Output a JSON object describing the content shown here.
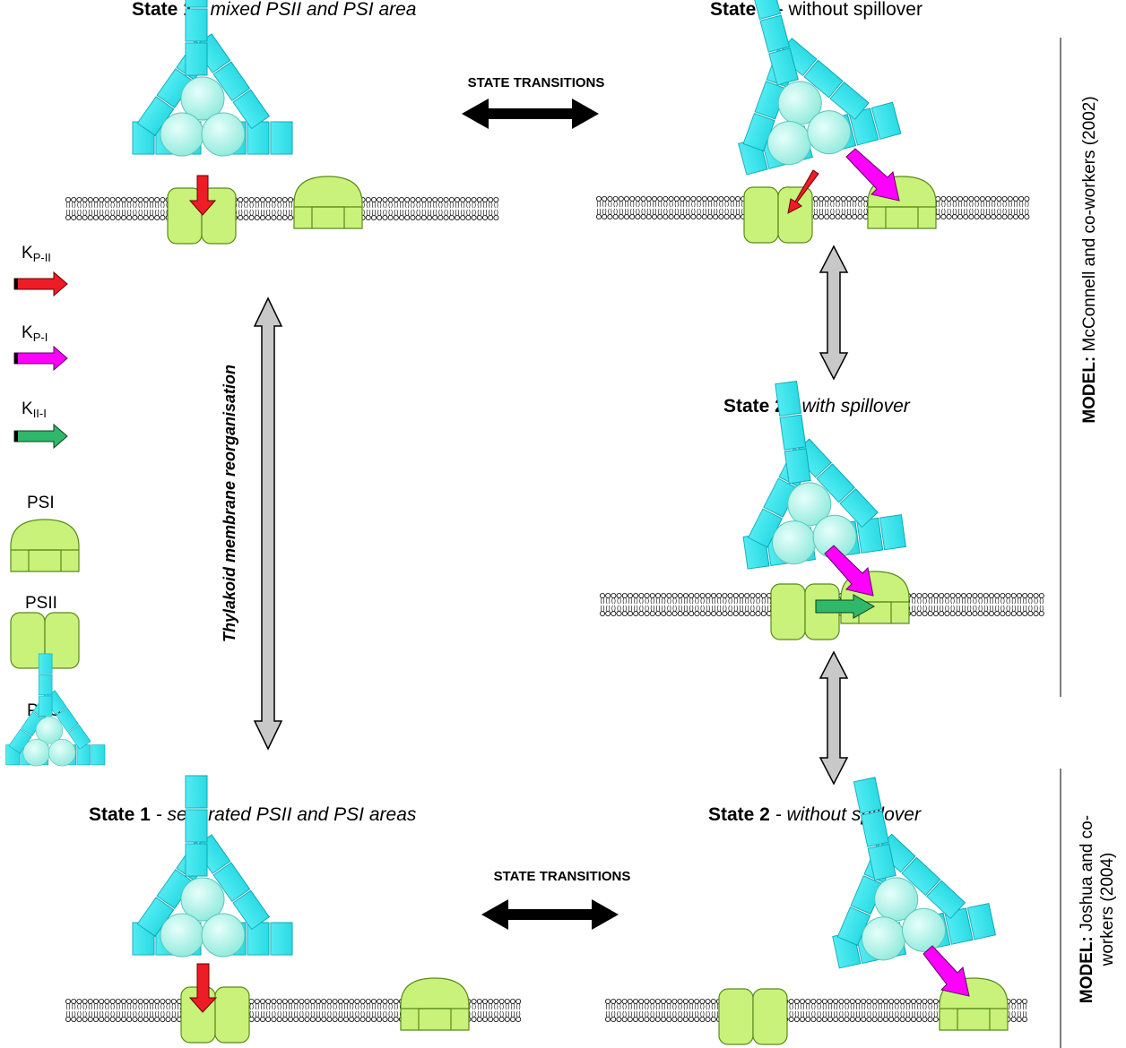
{
  "panels": {
    "top_left": {
      "title_bold": "State 1",
      "title_rest": " - mixed PSII and PSI area"
    },
    "top_right": {
      "title_bold": "State 2",
      "title_rest": " - without spillover"
    },
    "middle_right": {
      "title_bold": "State 2",
      "title_rest": " - with spillover"
    },
    "bottom_left": {
      "title_bold": "State 1",
      "title_rest": " -  separated PSII and PSI areas"
    },
    "bottom_right": {
      "title_bold": "State 2",
      "title_rest": " - without spillover"
    }
  },
  "transitions": {
    "top": "STATE TRANSITIONS",
    "bottom": "STATE TRANSITIONS",
    "vertical": "Thylakoid membrane reorganisation"
  },
  "legend": {
    "kp2": {
      "main": "K",
      "sub": "P-II"
    },
    "kp1": {
      "main": "K",
      "sub": "P-I"
    },
    "k21": {
      "main": "K",
      "sub": "II-I"
    },
    "psi": "PSI",
    "psii": "PSII",
    "pbs": "PBS"
  },
  "models": {
    "top": {
      "bold": "MODEL:",
      "rest": " McConnell and co-workers (2002)"
    },
    "bottom": {
      "bold": "MODEL:",
      "rest_line1": " Joshua and co-",
      "rest_line2": "workers (2004)"
    }
  },
  "colors": {
    "pbs_rod": "#33e8f0",
    "pbs_core": "#b8f6ec",
    "photosystem": "#c8f27a",
    "arrow_red": "#ee1c24",
    "arrow_magenta": "#ff00ff",
    "arrow_green": "#2fb86a",
    "arrow_grey": "#c8c8c8"
  }
}
